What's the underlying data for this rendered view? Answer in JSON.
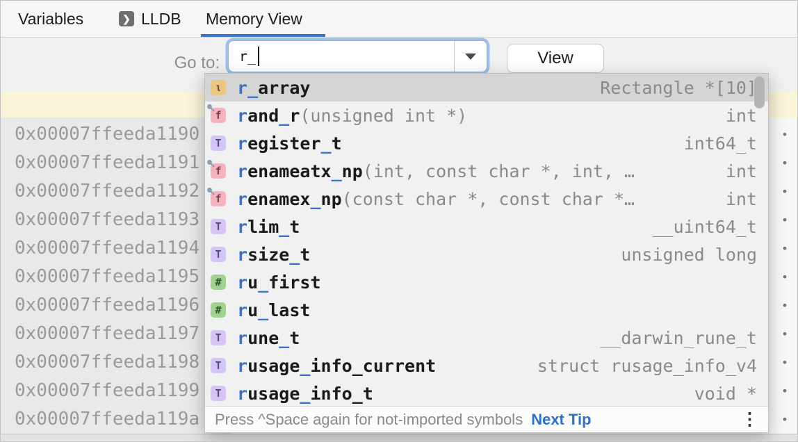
{
  "tabs": {
    "variables": "Variables",
    "lldb": "LLDB",
    "memory_view": "Memory View"
  },
  "toolbar": {
    "goto_label": "Go to:",
    "query": "r_",
    "view_button": "View"
  },
  "memory": {
    "addresses": [
      "0x00007ffeeda1190",
      "0x00007ffeeda1191",
      "0x00007ffeeda1192",
      "0x00007ffeeda1193",
      "0x00007ffeeda1194",
      "0x00007ffeeda1195",
      "0x00007ffeeda1196",
      "0x00007ffeeda1197",
      "0x00007ffeeda1198",
      "0x00007ffeeda1199",
      "0x00007ffeeda119a"
    ],
    "row_dots": "• • •"
  },
  "popup": {
    "query": "r_",
    "items": [
      {
        "kind": "variable",
        "name": "r_array",
        "tail": "",
        "type": "Rectangle *[10]",
        "selected": true,
        "pinned": false
      },
      {
        "kind": "function",
        "name": "rand_r",
        "tail": "(unsigned int *)",
        "type": "int",
        "selected": false,
        "pinned": true
      },
      {
        "kind": "typedef",
        "name": "register_t",
        "tail": "",
        "type": "int64_t",
        "selected": false,
        "pinned": false
      },
      {
        "kind": "function",
        "name": "renameatx_np",
        "tail": "(int, const char *, int, …",
        "type": "int",
        "selected": false,
        "pinned": true
      },
      {
        "kind": "function",
        "name": "renamex_np",
        "tail": "(const char *, const char *…",
        "type": "int",
        "selected": false,
        "pinned": true
      },
      {
        "kind": "typedef",
        "name": "rlim_t",
        "tail": "",
        "type": "__uint64_t",
        "selected": false,
        "pinned": false
      },
      {
        "kind": "typedef",
        "name": "rsize_t",
        "tail": "",
        "type": "unsigned long",
        "selected": false,
        "pinned": false
      },
      {
        "kind": "macro",
        "name": "ru_first",
        "tail": "",
        "type": "",
        "selected": false,
        "pinned": false
      },
      {
        "kind": "macro",
        "name": "ru_last",
        "tail": "",
        "type": "",
        "selected": false,
        "pinned": false
      },
      {
        "kind": "typedef",
        "name": "rune_t",
        "tail": "",
        "type": "__darwin_rune_t",
        "selected": false,
        "pinned": false
      },
      {
        "kind": "typedef",
        "name": "rusage_info_current",
        "tail": "",
        "type": "struct rusage_info_v4",
        "selected": false,
        "pinned": false
      },
      {
        "kind": "typedef",
        "name": "rusage_info_t",
        "tail": "",
        "type": "void *",
        "selected": false,
        "pinned": false
      }
    ],
    "footer": {
      "hint": "Press ^Space again for not-imported symbols",
      "next_tip": "Next Tip"
    }
  },
  "icons": {
    "variable": {
      "glyph": "ι",
      "bg": "#ecc57f",
      "fg": "#5f5244"
    },
    "function": {
      "glyph": "f",
      "bg": "#f6b3be",
      "fg": "#703d4a"
    },
    "typedef": {
      "glyph": "T",
      "bg": "#d5c4f6",
      "fg": "#564a77"
    },
    "macro": {
      "glyph": "#",
      "bg": "#a0d392",
      "fg": "#33512f"
    },
    "lldb_tab_glyph": "❯",
    "pin_color": "#8ba0b2",
    "accent_blue": "#3b76c8",
    "match_blue": "#3b74c4",
    "highlight_row_color": "#faf4d9"
  }
}
